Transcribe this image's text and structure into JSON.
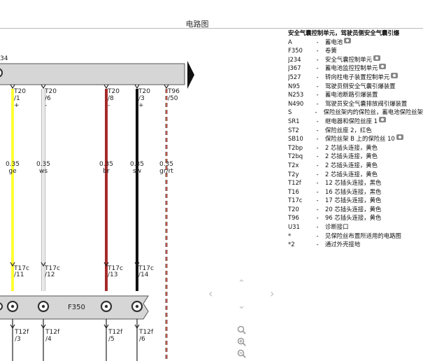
{
  "title": "电路图",
  "diagram": {
    "left_label": "34",
    "wires": [
      {
        "top_id": "T20",
        "top_pin": "/1",
        "top_sign": "+",
        "size": "0.35",
        "color_label": "ge",
        "bot_id": "T17c",
        "bot_pin": "/11",
        "end_id": "T12f",
        "end_pin": "/3",
        "wire_color": "#ffff33",
        "dashed": false
      },
      {
        "top_id": "T20",
        "top_pin": "/6",
        "top_sign": "-",
        "size": "0.35",
        "color_label": "ws",
        "bot_id": "T17c",
        "bot_pin": "/12",
        "end_id": "T12f",
        "end_pin": "/4",
        "wire_color": "#e6e6e6",
        "dashed": false
      },
      {
        "top_id": "T20",
        "top_pin": "/8",
        "top_sign": "-",
        "size": "0.35",
        "color_label": "br",
        "bot_id": "T17c",
        "bot_pin": "/13",
        "end_id": "T12f",
        "end_pin": "/5",
        "wire_color": "#a52a2a",
        "dashed": false
      },
      {
        "top_id": "T20",
        "top_pin": "/3",
        "top_sign": "+",
        "size": "0.35",
        "color_label": "sw",
        "bot_id": "T17c",
        "bot_pin": "/14",
        "end_id": "T12f",
        "end_pin": "/6",
        "wire_color": "#111111",
        "dashed": false
      },
      {
        "top_id": "T96",
        "top_pin": "/50",
        "top_sign": "",
        "size": "0.35",
        "color_label": "gr/rt",
        "bot_id": "",
        "bot_pin": "",
        "end_id": "",
        "end_pin": "",
        "wire_color": "#888888",
        "dashed": true
      }
    ],
    "component_label": "F350"
  },
  "legend": {
    "title": "安全气囊控制单元，驾驶员侧安全气囊引爆",
    "items": [
      {
        "code": "A",
        "text": "蓄电池",
        "cam": true
      },
      {
        "code": "F350",
        "text": "卷簧",
        "cam": false
      },
      {
        "code": "J234",
        "text": "安全气囊控制单元",
        "cam": true
      },
      {
        "code": "J367",
        "text": "蓄电池监控控制单元",
        "cam": true
      },
      {
        "code": "J527",
        "text": "转向柱电子装置控制单元",
        "cam": true
      },
      {
        "code": "N95",
        "text": "驾驶员侧安全气囊引爆装置",
        "cam": false
      },
      {
        "code": "N253",
        "text": "蓄电池断路引爆装置",
        "cam": false
      },
      {
        "code": "N490",
        "text": "驾驶员安全气囊排放阀引爆装置",
        "cam": false
      },
      {
        "code": "S",
        "text": "保险丝架内的保险丝，蓄电池保险丝架",
        "cam": false
      },
      {
        "code": "SR1",
        "text": "继电器和保险丝座 1",
        "cam": true
      },
      {
        "code": "ST2",
        "text": "保险丝座 2，红色",
        "cam": false
      },
      {
        "code": "SB10",
        "text": "保险丝架 B 上的保险丝 10",
        "cam": true
      },
      {
        "code": "T2bp",
        "text": "2 芯插头连接，黄色",
        "cam": false
      },
      {
        "code": "T2bq",
        "text": "2 芯插头连接，黄色",
        "cam": false
      },
      {
        "code": "T2x",
        "text": "2 芯插头连接，黄色",
        "cam": false
      },
      {
        "code": "T2y",
        "text": "2 芯插头连接，黄色",
        "cam": false
      },
      {
        "code": "T12f",
        "text": "12 芯插头连接，黑色",
        "cam": false
      },
      {
        "code": "T16",
        "text": "16 芯插头连接，黑色",
        "cam": false
      },
      {
        "code": "T17c",
        "text": "17 芯插头连接，黄色",
        "cam": false
      },
      {
        "code": "T20",
        "text": "20 芯插头连接，黄色",
        "cam": false
      },
      {
        "code": "T96",
        "text": "96 芯插头连接，黄色",
        "cam": false
      },
      {
        "code": "U31",
        "text": "诊断接口",
        "cam": false
      },
      {
        "code": "*",
        "text": "见保险丝布置所适用的电路图",
        "cam": false
      },
      {
        "code": "*2",
        "text": "通过外壳接地",
        "cam": false
      }
    ]
  },
  "nav": {
    "up": "⌃",
    "down": "⌄",
    "left": "‹",
    "right": "›"
  },
  "icons": {
    "zoom_reset": "zoom-icon",
    "zoom_in": "zoom-in-icon",
    "zoom_out": "zoom-out-icon"
  }
}
